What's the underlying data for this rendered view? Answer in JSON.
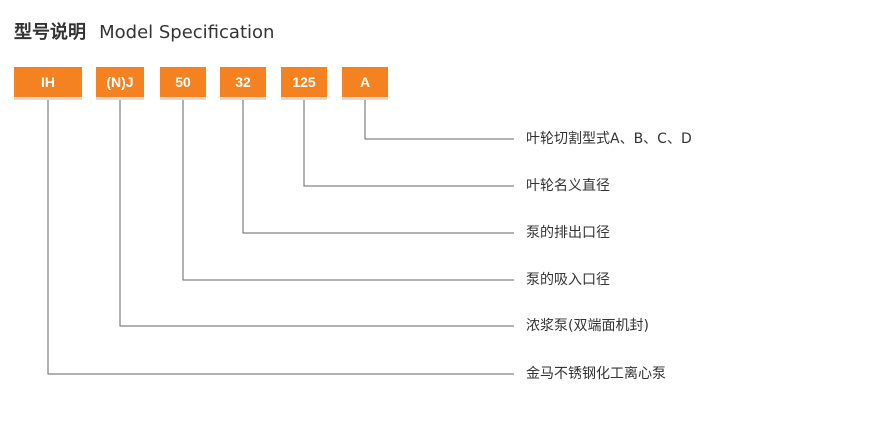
{
  "title": {
    "zh": "型号说明",
    "en": "Model Specification"
  },
  "codes": [
    {
      "label": "IH",
      "description": "金马不锈钢化工离心泵"
    },
    {
      "label": "(N)J",
      "description": "浓浆泵(双端面机封)"
    },
    {
      "label": "50",
      "description": "泵的吸入口径"
    },
    {
      "label": "32",
      "description": "泵的排出口径"
    },
    {
      "label": "125",
      "description": "叶轮名义直径"
    },
    {
      "label": "A",
      "description": "叶轮切割型式A、B、C、D"
    }
  ],
  "colors": {
    "accent": "#f58220",
    "line": "#666666",
    "text": "#333333"
  }
}
